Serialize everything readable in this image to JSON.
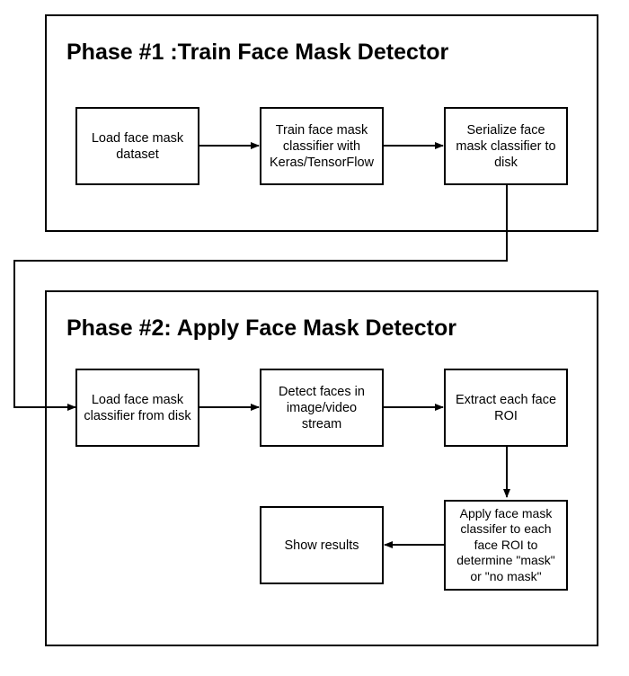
{
  "phase1": {
    "title": "Phase #1 :Train Face Mask Detector",
    "steps": [
      "Load face mask\ndataset",
      "Train face mask\nclassifier with\nKeras/TensorFlow",
      "Serialize face\nmask classifier to\ndisk"
    ]
  },
  "phase2": {
    "title": "Phase #2: Apply Face Mask Detector",
    "steps": [
      "Load face mask\nclassifier from disk",
      "Detect faces in\nimage/video\nstream",
      "Extract each face\nROI",
      "Apply face mask\nclassifer to each\nface ROI to\ndetermine \"mask\"\nor \"no mask\"",
      "Show results"
    ]
  },
  "colors": {
    "line": "#000000",
    "background": "#ffffff"
  }
}
